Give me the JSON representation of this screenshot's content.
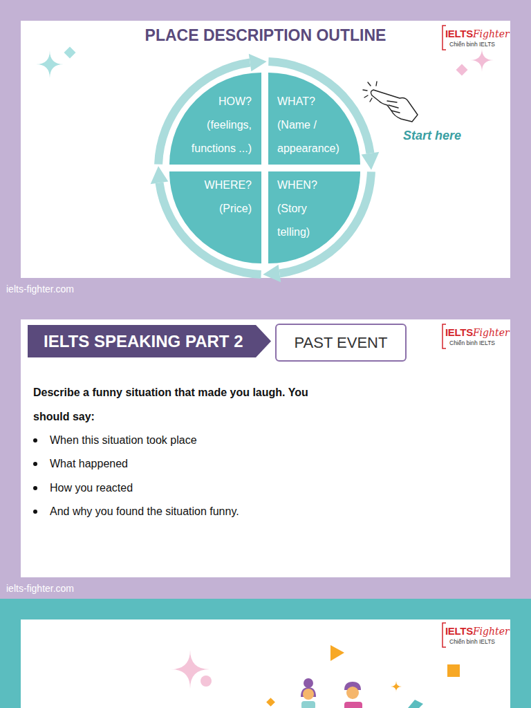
{
  "diagram": {
    "title": "PLACE DESCRIPTION OUTLINE",
    "nodes": [
      {
        "text": [
          "HOW?",
          "(feelings, functions ...)"
        ]
      },
      {
        "text": [
          "WHAT?",
          "(Name / appearance)"
        ]
      },
      {
        "text": [
          "WHERE?",
          "(Price)"
        ]
      },
      {
        "text": [
          "WHEN?",
          "(Story telling)"
        ]
      },
      {
        "text": [
          "IELTS SPEAKING PART 2"
        ]
      },
      {
        "text": [
          "PAST EVENT"
        ]
      }
    ],
    "edges": [
      {
        "from": 0,
        "to": 1,
        "arrow": "to"
      },
      {
        "from": 1,
        "to": 3,
        "arrow": "to"
      },
      {
        "from": 3,
        "to": 2,
        "arrow": "to"
      },
      {
        "from": 2,
        "to": 0,
        "arrow": "to"
      }
    ],
    "labels": [
      "Start here",
      "IELTS",
      "Fighter",
      "Chiến binh IELTS",
      "ielts-fighter.com",
      "IELTS",
      "Fighter",
      "Chiến binh IELTS",
      "Describe a funny situation that made you laugh. You should say:",
      "When this situation took place",
      "What happened",
      "How you reacted",
      "And why you found the situation funny.",
      "ielts-fighter.com",
      "IELTS",
      "Fighter",
      "Chiến binh IELTS"
    ]
  }
}
